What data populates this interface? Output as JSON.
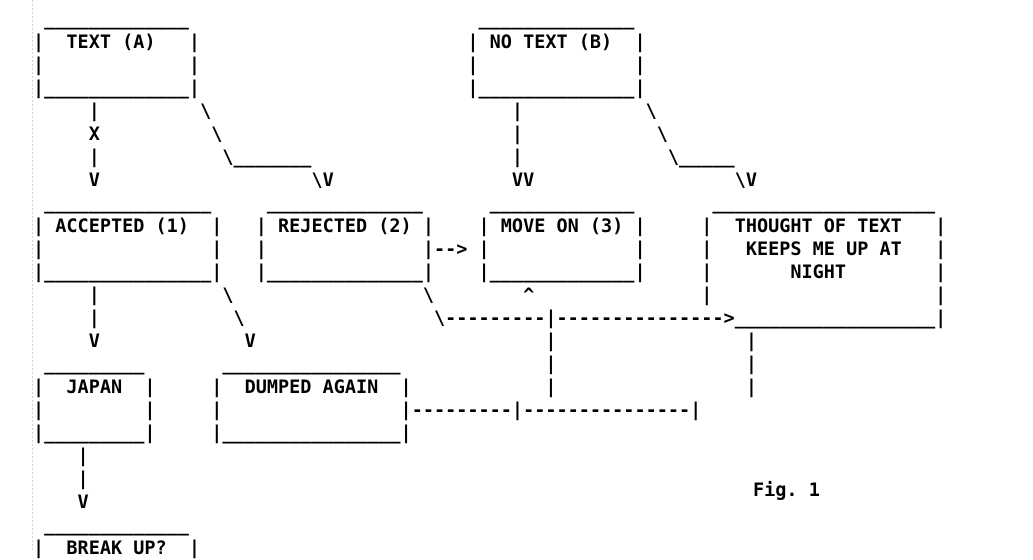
{
  "figure": {
    "caption": "Fig. 1",
    "style": "ascii-art-flowchart",
    "ink_color": "#000000",
    "background_color": "#ffffff",
    "guide_line_color": "#c9c9c9"
  },
  "nodes": [
    {
      "id": "A",
      "label": "TEXT (A)",
      "row": 0
    },
    {
      "id": "B",
      "label": "NO TEXT (B)",
      "row": 0
    },
    {
      "id": "1",
      "label": "ACCEPTED (1)",
      "row": 1
    },
    {
      "id": "2",
      "label": "REJECTED (2)",
      "row": 1
    },
    {
      "id": "3",
      "label": "MOVE ON (3)",
      "row": 1
    },
    {
      "id": "4",
      "label": "THOUGHT OF TEXT KEEPS ME UP AT NIGHT",
      "row": 1,
      "lines": [
        "THOUGHT OF TEXT",
        "KEEPS ME UP AT",
        "NIGHT"
      ]
    },
    {
      "id": "5",
      "label": "JAPAN",
      "row": 2
    },
    {
      "id": "6",
      "label": "DUMPED AGAIN",
      "row": 2
    },
    {
      "id": "7",
      "label": "BREAK UP?",
      "row": 3
    }
  ],
  "edges": [
    {
      "from": "A",
      "to": "1",
      "style": "solid",
      "marker": "V",
      "label": "X"
    },
    {
      "from": "A",
      "to": "2",
      "style": "solid",
      "marker": "V",
      "label": ""
    },
    {
      "from": "B",
      "to": "3",
      "style": "solid",
      "marker": "V",
      "label": ""
    },
    {
      "from": "B",
      "to": "4",
      "style": "solid",
      "marker": "V",
      "label": ""
    },
    {
      "from": "1",
      "to": "5",
      "style": "solid",
      "marker": "V",
      "label": ""
    },
    {
      "from": "1",
      "to": "6",
      "style": "solid",
      "marker": "V",
      "label": ""
    },
    {
      "from": "2",
      "to": "3",
      "style": "dashed",
      "marker": "-->",
      "label": ""
    },
    {
      "from": "2",
      "to": "4",
      "style": "dashed",
      "marker": ">",
      "label": ""
    },
    {
      "from": "6",
      "to": "4",
      "style": "dashed",
      "marker": "",
      "label": ""
    },
    {
      "from": "5",
      "to": "7",
      "style": "solid",
      "marker": "V",
      "label": ""
    }
  ],
  "edge_labels": [
    "X"
  ],
  "arrow_glyphs": {
    "down": "V",
    "up": "^",
    "right": ">",
    "diagonal": "\\"
  },
  "ascii": [
    "  ________________                           ________________                                   ",
    " |                |                         |                |                                  ",
    " |    TEXT (A)    |                         |  NO TEXT (B)   |                                  ",
    " |________________|                         |________________|                                  ",
    "        |          \\                               |          \\                                 ",
    "        X           \\                              |           \\                                ",
    "        |            \\_________                    |            \\_______                        ",
    "        |                      \\                   |                    \\                       ",
    "        V                       V                  V                     V                      ",
    "  ______V__________       ______V_________    _____V__________    ________V_______________      ",
    " |                 |     |                |  |                |  |                        |     ",
    " |  ACCEPTED (1)   |     |  REJECTED (2)  |-->|  MOVE ON (3)   |  |   THOUGHT OF TEXT      |     ",
    " |_________________|     |________________|  |________________|  |   KEEPS ME UP AT       |     ",
    "        |        \\              \\                     ^          |        NIGHT           |     ",
    "        |         \\              \\---------|----------------->|__|________________________|     ",
    "        |          \\                       |          |                  ^                      ",
    "        V           V                      |          |                  |                      ",
    "  ______V_____     _V______________________|__________|__________________|__                    ",
    " |           |    |                        |                             |                      ",
    " |   JAPAN   |    |     DUMPED AGAIN       |-----------------------------|                      ",
    " |___________|    |________________________|                                                    ",
    "       |                                                                                        ",
    "       |                                                                                        ",
    "       V                                                                                        ",
    "  _____V__________                                                                              ",
    " |                |                                                                             ",
    " |   BREAK UP?    |                                                                             ",
    " |________________|                                                                             "
  ],
  "canvas_rows": [
    {
      "y": 14,
      "text": "  ________________                        _______________"
    },
    {
      "y": 37,
      "text": " |                |                      |               |"
    }
  ]
}
